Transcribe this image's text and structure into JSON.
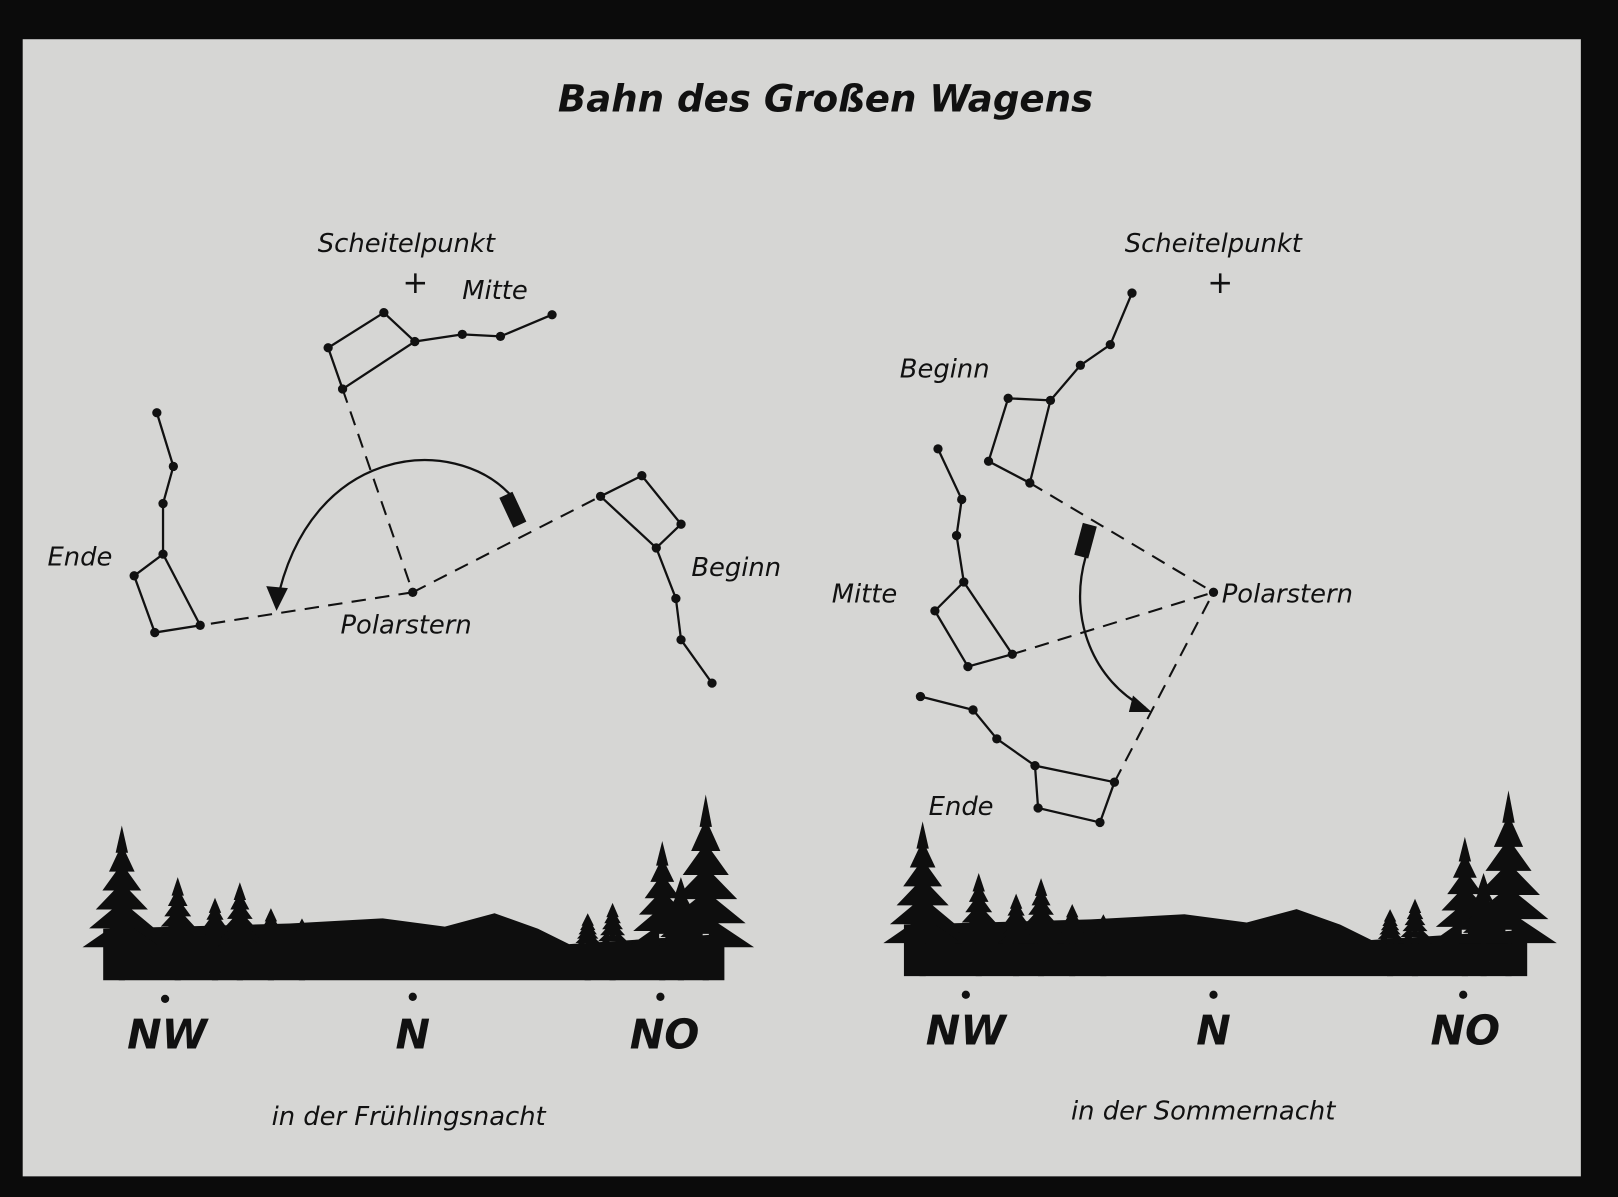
{
  "title": "Bahn des Großen Wagens",
  "left_panel": {
    "zenith_label": "Scheitelpunkt",
    "labels": {
      "mitte": "Mitte",
      "ende": "Ende",
      "beginn": "Beginn",
      "polarstern": "Polarstern"
    },
    "directions": [
      "NW",
      "N",
      "NO"
    ],
    "caption": "in der Frühlingsnacht"
  },
  "right_panel": {
    "zenith_label": "Scheitelpunkt",
    "labels": {
      "beginn": "Beginn",
      "mitte": "Mitte",
      "ende": "Ende",
      "polarstern": "Polarstern"
    },
    "directions": [
      "NW",
      "N",
      "NO"
    ],
    "caption": "in der Sommernacht"
  },
  "colors": {
    "background": "#d6d6d4",
    "ink": "#111111",
    "frame": "#0b0b0b"
  }
}
